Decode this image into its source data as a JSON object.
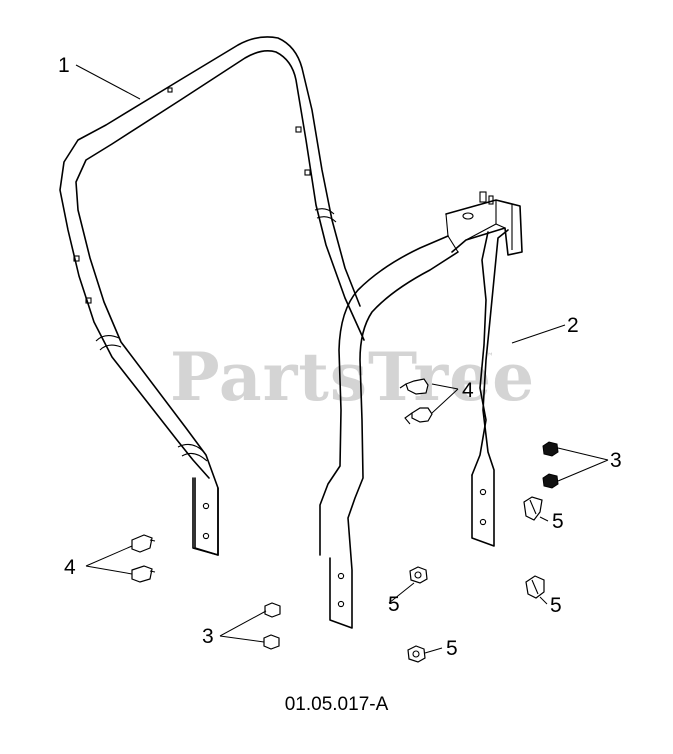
{
  "watermark": {
    "text": "PartsTree",
    "mark": "™"
  },
  "callouts": {
    "c1": "1",
    "c2": "2",
    "c3a": "3",
    "c3b": "3",
    "c4a": "4",
    "c4b": "4",
    "c5a": "5",
    "c5b": "5",
    "c5c": "5",
    "c5d": "5"
  },
  "document_number": "01.05.017-A"
}
